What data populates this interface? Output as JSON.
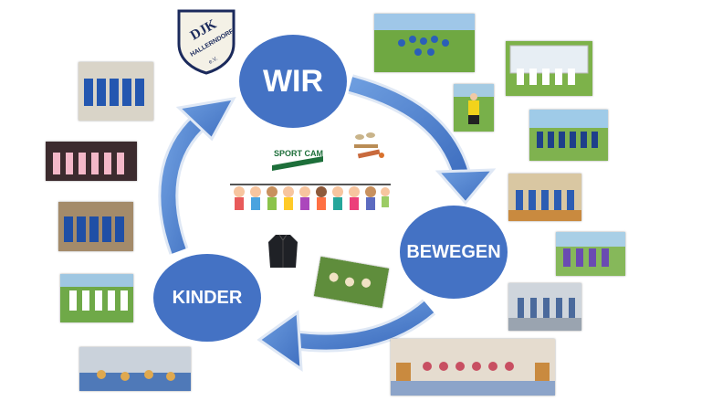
{
  "nodes": {
    "wir": "WIR",
    "bewegen": "BEWEGEN",
    "kinder": "KINDER"
  },
  "logo": {
    "club_mark": "DJK",
    "club_name": "HALLERNDORF",
    "suffix": "e.V."
  },
  "sportcamp": {
    "label": "SPORT CAMP"
  },
  "colors": {
    "node_fill": "#4472c4",
    "arrow_fill": "#5b8fd6",
    "arrow_stroke": "#e8eef8"
  },
  "photo_themes": [
    "team-group-photo",
    "team-group-photo",
    "soccer-player",
    "soccer-player",
    "team-group-photo",
    "team-group-photo",
    "team-group-photo",
    "gym-group",
    "gym-group",
    "team-group-photo",
    "dance-group",
    "team-group-photo",
    "team-group-photo",
    "gym-group",
    "outdoor-activity"
  ]
}
